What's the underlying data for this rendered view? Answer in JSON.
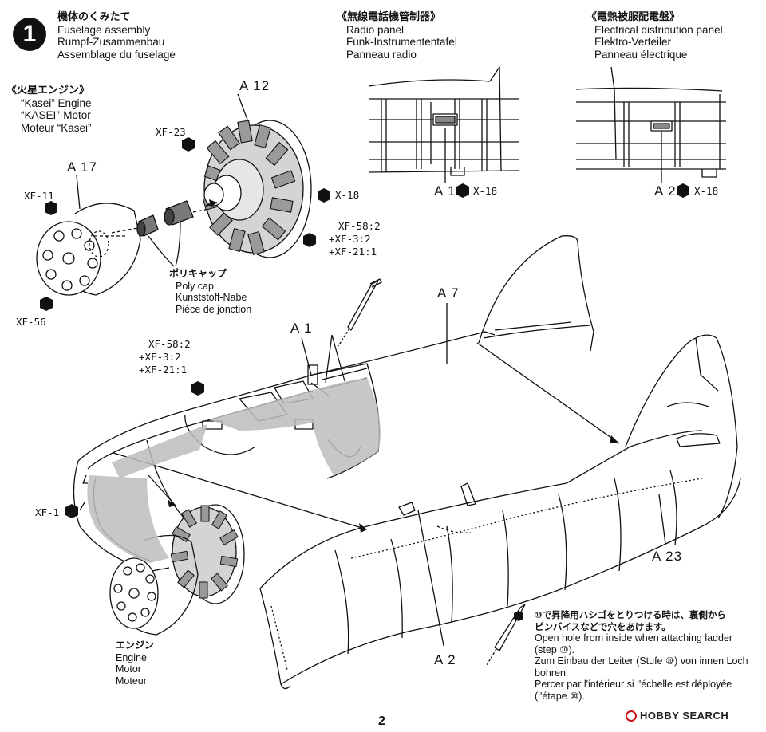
{
  "step": {
    "number": "1",
    "title_jp": "機体のくみたて",
    "title_en": "Fuselage assembly",
    "title_de": "Rumpf-Zusammenbau",
    "title_fr": "Assemblage du fuselage"
  },
  "radio_panel": {
    "title_jp": "《無線電話機管制器》",
    "en": "Radio panel",
    "de": "Funk-Instrumententafel",
    "fr": "Panneau radio",
    "part": "A 1",
    "paint": "X-18"
  },
  "electrical_panel": {
    "title_jp": "《電熱被服配電盤》",
    "en": "Electrical distribution panel",
    "de": "Elektro-Verteiler",
    "fr": "Panneau électrique",
    "part": "A 2",
    "paint": "X-18"
  },
  "engine_subassembly": {
    "title_jp": "《火星エンジン》",
    "en": "“Kasei” Engine",
    "de": "“KASEI”-Motor",
    "fr": "Moteur “Kasei”",
    "part_a12": "A 12",
    "part_a17": "A 17",
    "paint_xf23": "XF-23",
    "paint_x18": "X-18",
    "paint_xf11": "XF-11",
    "paint_xf56": "XF-56",
    "mix_line1": "XF-58:2",
    "mix_line2": "+XF-3:2",
    "mix_line3": "+XF-21:1"
  },
  "polycap": {
    "jp": "ポリキャップ",
    "en": "Poly cap",
    "de": "Kunststoff-Nabe",
    "fr": "Pièce de jonction"
  },
  "fuselage": {
    "part_a1": "A 1",
    "part_a7": "A 7",
    "part_a23": "A 23",
    "part_a2": "A 2",
    "mix_line1": "XF-58:2",
    "mix_line2": "+XF-3:2",
    "mix_line3": "+XF-21:1",
    "paint_xf1": "XF-1"
  },
  "engine_label": {
    "jp": "エンジン",
    "en": "Engine",
    "de": "Motor",
    "fr": "Moteur"
  },
  "ladder_note": {
    "jp_line1": "⑩で昇降用ハシゴをとりつける時は、裏側から",
    "jp_line2": "ピンバイスなどで穴をあけます。",
    "en_line1": "Open hole from inside when attaching ladder",
    "en_line2": "(step ⑩).",
    "de_line1": "Zum Einbau der Leiter (Stufe ⑩) von innen Loch",
    "de_line2": "bohren.",
    "fr_line1": "Percer par l'intérieur si l'échelle est déployée",
    "fr_line2": "(l'étape ⑩)."
  },
  "page_number": "2",
  "watermark": "HOBBY SEARCH",
  "colors": {
    "ink": "#111111",
    "shade": "#bdbdbd"
  }
}
